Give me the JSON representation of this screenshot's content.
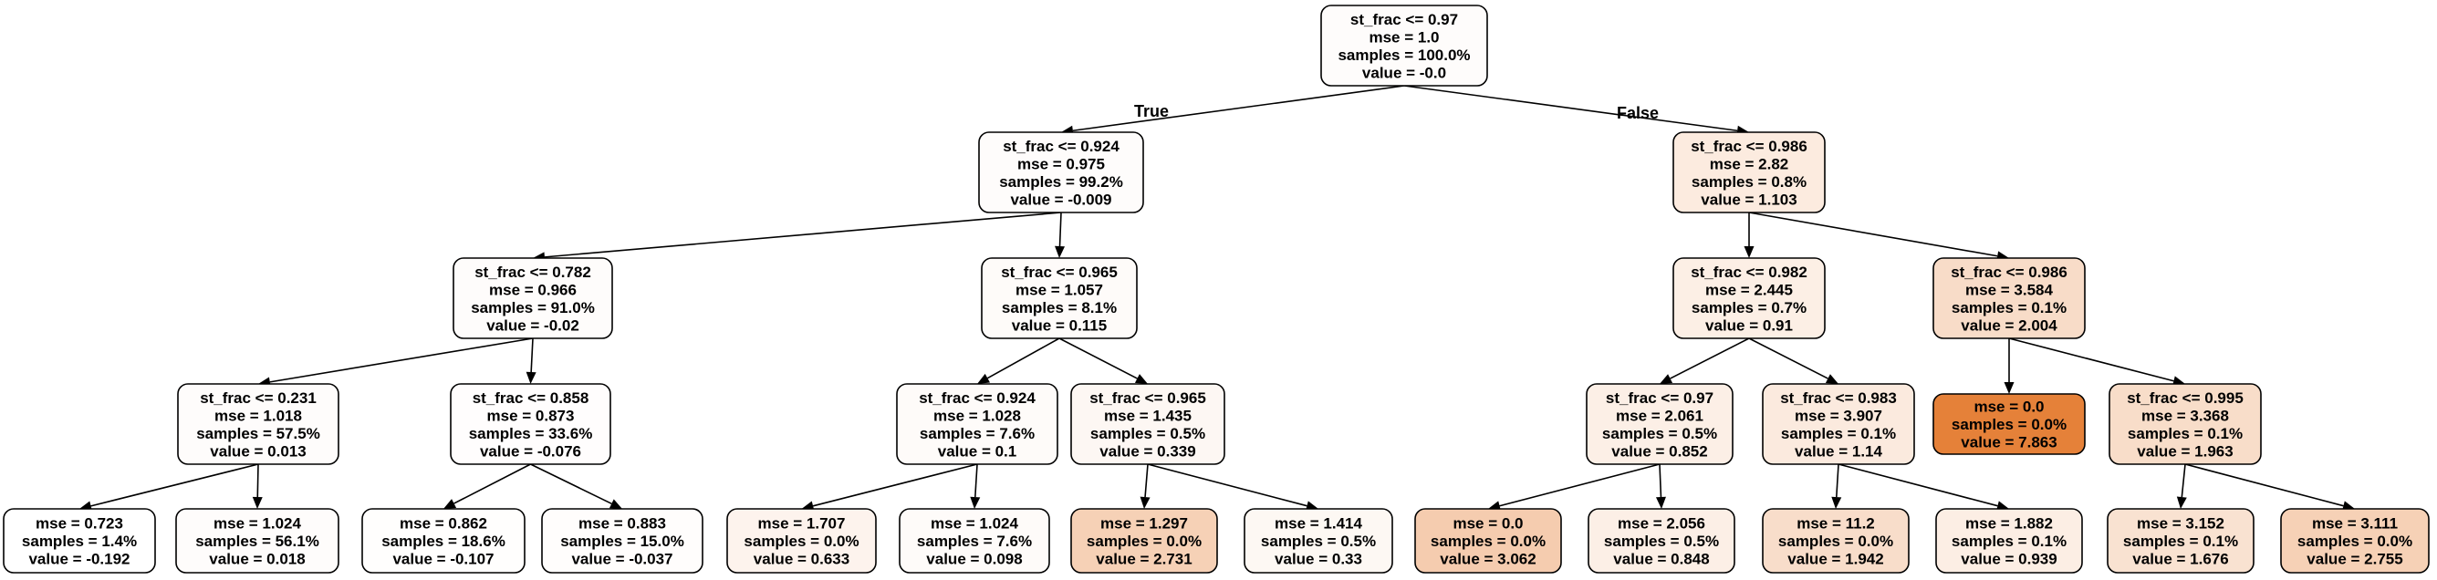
{
  "tree": {
    "edge_labels": {
      "true_label": "True",
      "false_label": "False"
    },
    "nodes": [
      {
        "id": "n0",
        "lines": [
          "st_frac <= 0.97",
          "mse = 1.0",
          "samples = 100.0%",
          "value = -0.0"
        ],
        "fill": "#fefcfb"
      },
      {
        "id": "n1",
        "lines": [
          "st_frac <= 0.924",
          "mse = 0.975",
          "samples = 99.2%",
          "value = -0.009"
        ],
        "fill": "#fefcfb"
      },
      {
        "id": "n2",
        "lines": [
          "st_frac <= 0.986",
          "mse = 2.82",
          "samples = 0.8%",
          "value = 1.103"
        ],
        "fill": "#fcebdf"
      },
      {
        "id": "n3",
        "lines": [
          "st_frac <= 0.782",
          "mse = 0.966",
          "samples = 91.0%",
          "value = -0.02"
        ],
        "fill": "#fefcfb"
      },
      {
        "id": "n4",
        "lines": [
          "st_frac <= 0.965",
          "mse = 1.057",
          "samples = 8.1%",
          "value = 0.115"
        ],
        "fill": "#fefbf9"
      },
      {
        "id": "n5",
        "lines": [
          "st_frac <= 0.982",
          "mse = 2.445",
          "samples = 0.7%",
          "value = 0.91"
        ],
        "fill": "#fcefe5"
      },
      {
        "id": "n6",
        "lines": [
          "st_frac <= 0.986",
          "mse = 3.584",
          "samples = 0.1%",
          "value = 2.004"
        ],
        "fill": "#f8dcc8"
      },
      {
        "id": "n7",
        "lines": [
          "st_frac <= 0.231",
          "mse = 1.018",
          "samples = 57.5%",
          "value = 0.013"
        ],
        "fill": "#fefcfb"
      },
      {
        "id": "n8",
        "lines": [
          "st_frac <= 0.858",
          "mse = 0.873",
          "samples = 33.6%",
          "value = -0.076"
        ],
        "fill": "#fffdfd"
      },
      {
        "id": "n9",
        "lines": [
          "st_frac <= 0.924",
          "mse = 1.028",
          "samples = 7.6%",
          "value = 0.1"
        ],
        "fill": "#fefbf9"
      },
      {
        "id": "n10",
        "lines": [
          "st_frac <= 0.965",
          "mse = 1.435",
          "samples = 0.5%",
          "value = 0.339"
        ],
        "fill": "#fdf7f3"
      },
      {
        "id": "n11",
        "lines": [
          "st_frac <= 0.97",
          "mse = 2.061",
          "samples = 0.5%",
          "value = 0.852"
        ],
        "fill": "#fcefe6"
      },
      {
        "id": "n12",
        "lines": [
          "st_frac <= 0.983",
          "mse = 3.907",
          "samples = 0.1%",
          "value = 1.14"
        ],
        "fill": "#fbeade"
      },
      {
        "id": "n13",
        "lines": [
          "mse = 0.0",
          "samples = 0.0%",
          "value = 7.863"
        ],
        "fill": "#e58139"
      },
      {
        "id": "n14",
        "lines": [
          "st_frac <= 0.995",
          "mse = 3.368",
          "samples = 0.1%",
          "value = 1.963"
        ],
        "fill": "#f8ddc9"
      },
      {
        "id": "n15",
        "lines": [
          "mse = 0.723",
          "samples = 1.4%",
          "value = -0.192"
        ],
        "fill": "#ffffff"
      },
      {
        "id": "n16",
        "lines": [
          "mse = 1.024",
          "samples = 56.1%",
          "value = 0.018"
        ],
        "fill": "#fefcfb"
      },
      {
        "id": "n17",
        "lines": [
          "mse = 0.862",
          "samples = 18.6%",
          "value = -0.107"
        ],
        "fill": "#fffefd"
      },
      {
        "id": "n18",
        "lines": [
          "mse = 0.883",
          "samples = 15.0%",
          "value = -0.037"
        ],
        "fill": "#fffdfc"
      },
      {
        "id": "n19",
        "lines": [
          "mse = 1.707",
          "samples = 0.0%",
          "value = 0.633"
        ],
        "fill": "#fdf3ed"
      },
      {
        "id": "n20",
        "lines": [
          "mse = 1.024",
          "samples = 7.6%",
          "value = 0.098"
        ],
        "fill": "#fefbf9"
      },
      {
        "id": "n21",
        "lines": [
          "mse = 1.297",
          "samples = 0.0%",
          "value = 2.731"
        ],
        "fill": "#f6d1b6"
      },
      {
        "id": "n22",
        "lines": [
          "mse = 1.414",
          "samples = 0.5%",
          "value = 0.33"
        ],
        "fill": "#fdf8f3"
      },
      {
        "id": "n23",
        "lines": [
          "mse = 0.0",
          "samples = 0.0%",
          "value = 3.062"
        ],
        "fill": "#f5ccaf"
      },
      {
        "id": "n24",
        "lines": [
          "mse = 2.056",
          "samples = 0.5%",
          "value = 0.848"
        ],
        "fill": "#fcefe6"
      },
      {
        "id": "n25",
        "lines": [
          "mse = 11.2",
          "samples = 0.0%",
          "value = 1.942"
        ],
        "fill": "#f8ddca"
      },
      {
        "id": "n26",
        "lines": [
          "mse = 1.882",
          "samples = 0.1%",
          "value = 0.939"
        ],
        "fill": "#fceee4"
      },
      {
        "id": "n27",
        "lines": [
          "mse = 3.152",
          "samples = 0.1%",
          "value = 1.676"
        ],
        "fill": "#f9e2d1"
      },
      {
        "id": "n28",
        "lines": [
          "mse = 3.111",
          "samples = 0.0%",
          "value = 2.755"
        ],
        "fill": "#f6d1b6"
      }
    ],
    "edges": [
      {
        "from": "n0",
        "to": "n1",
        "label": "true_label"
      },
      {
        "from": "n0",
        "to": "n2",
        "label": "false_label"
      },
      {
        "from": "n1",
        "to": "n3"
      },
      {
        "from": "n1",
        "to": "n4"
      },
      {
        "from": "n2",
        "to": "n5"
      },
      {
        "from": "n2",
        "to": "n6"
      },
      {
        "from": "n3",
        "to": "n7"
      },
      {
        "from": "n3",
        "to": "n8"
      },
      {
        "from": "n4",
        "to": "n9"
      },
      {
        "from": "n4",
        "to": "n10"
      },
      {
        "from": "n5",
        "to": "n11"
      },
      {
        "from": "n5",
        "to": "n12"
      },
      {
        "from": "n6",
        "to": "n13"
      },
      {
        "from": "n6",
        "to": "n14"
      },
      {
        "from": "n7",
        "to": "n15"
      },
      {
        "from": "n7",
        "to": "n16"
      },
      {
        "from": "n8",
        "to": "n17"
      },
      {
        "from": "n8",
        "to": "n18"
      },
      {
        "from": "n9",
        "to": "n19"
      },
      {
        "from": "n9",
        "to": "n20"
      },
      {
        "from": "n10",
        "to": "n21"
      },
      {
        "from": "n10",
        "to": "n22"
      },
      {
        "from": "n11",
        "to": "n23"
      },
      {
        "from": "n11",
        "to": "n24"
      },
      {
        "from": "n12",
        "to": "n25"
      },
      {
        "from": "n12",
        "to": "n26"
      },
      {
        "from": "n14",
        "to": "n27"
      },
      {
        "from": "n14",
        "to": "n28"
      }
    ]
  }
}
